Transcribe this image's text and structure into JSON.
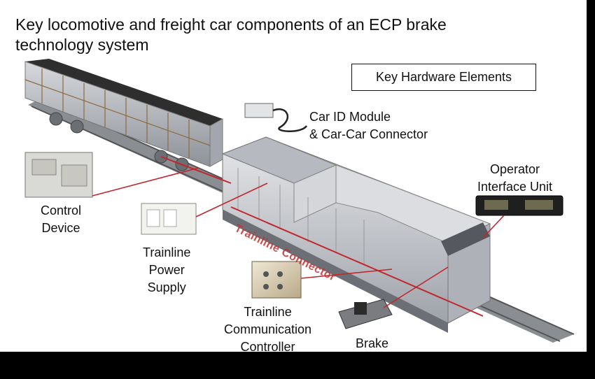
{
  "title_line1": "Key locomotive and freight car components of an ECP brake",
  "title_line2": "technology system",
  "legend_title": "Key Hardware Elements",
  "labels": {
    "car_id_line1": "Car ID Module",
    "car_id_line2": "& Car-Car Connector",
    "operator_line1": "Operator",
    "operator_line2": "Interface Unit",
    "control_line1": "Control",
    "control_line2": "Device",
    "power_line1": "Trainline",
    "power_line2": "Power",
    "power_line3": "Supply",
    "comm_line1": "Trainline",
    "comm_line2": "Communication",
    "comm_line3": "Controller",
    "brake": "Brake"
  },
  "watermark": "Trainline Connector",
  "colors": {
    "leader_line": "#c0282e",
    "loco_body": "#c9cbd0",
    "freight_car": "#b9bcc2",
    "coal": "#2e2e2e"
  }
}
